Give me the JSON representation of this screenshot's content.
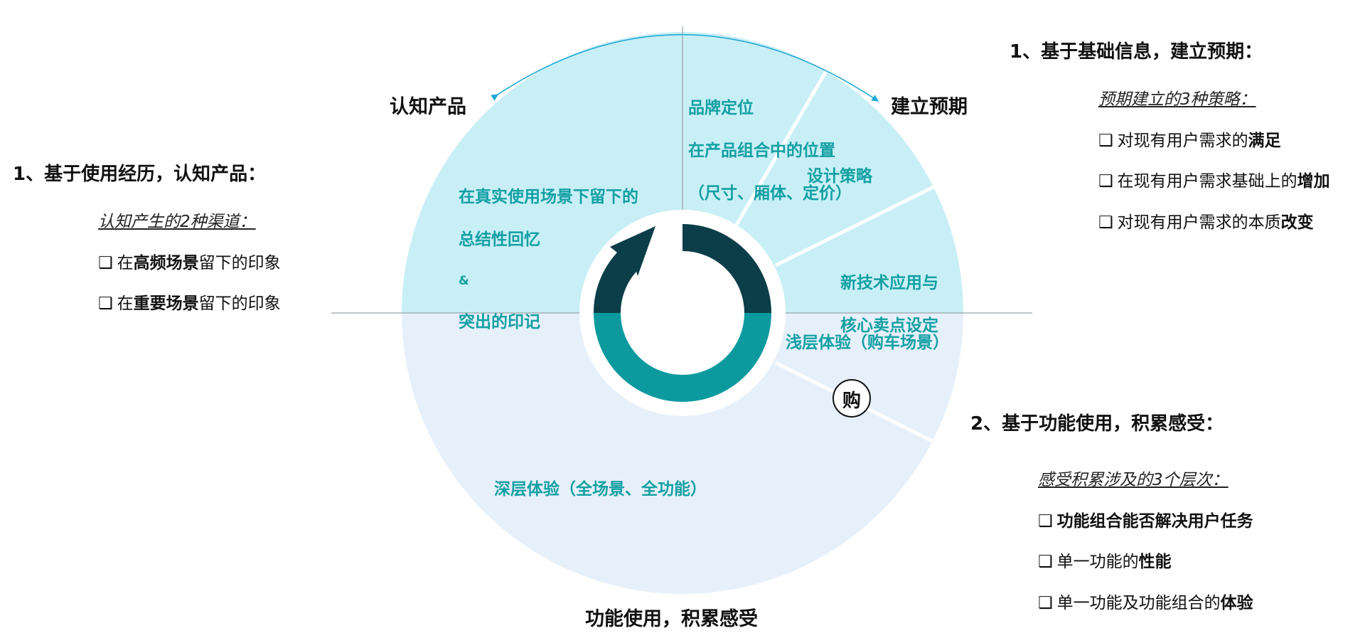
{
  "labels": {
    "left": "认知产品",
    "right": "建立预期",
    "bottom": "功能使用，积累感受"
  },
  "sectors": {
    "memory_line1": "在真实使用场景下留下的",
    "memory_line2": "总结性回忆",
    "memory_amp": "&",
    "memory_line3": "突出的印记",
    "brand_line1": "品牌定位",
    "brand_line2": "在产品组合中的位置",
    "brand_line3": "（尺寸、厢体、定价）",
    "design": "设计策略",
    "tech_line1": "新技术应用与",
    "tech_line2": "核心卖点设定",
    "shallow": "浅层体验（购车场景）",
    "purchase_badge": "购",
    "deep": "深层体验（全场景、全功能）"
  },
  "left_panel": {
    "title": "1、基于使用经历，认知产品：",
    "subtitle": "认知产生的2种渠道：",
    "items": [
      {
        "pre": "在",
        "bold": "高频场景",
        "post": "留下的印象"
      },
      {
        "pre": "在",
        "bold": "重要场景",
        "post": "留下的印象"
      }
    ]
  },
  "right_top_panel": {
    "title": "1、基于基础信息，建立预期：",
    "subtitle": "预期建立的3种策略：",
    "items": [
      {
        "pre": "对现有用户需求的",
        "bold": "满足",
        "post": ""
      },
      {
        "pre": "在现有用户需求基础上的",
        "bold": "增加",
        "post": ""
      },
      {
        "pre": "对现有用户需求的本质",
        "bold": "改变",
        "post": ""
      }
    ]
  },
  "right_bottom_panel": {
    "title": "2、基于功能使用，积累感受：",
    "subtitle": "感受积累涉及的3个层次：",
    "items": [
      {
        "pre": "",
        "bold": "功能组合能否解决用户任务",
        "post": ""
      },
      {
        "pre": "单一功能的",
        "bold": "性能",
        "post": ""
      },
      {
        "pre": "单一功能及功能组合的",
        "bold": "体验",
        "post": ""
      }
    ]
  },
  "colors": {
    "upper_fill": "#c9eff6",
    "lower_fill": "#e6f0fa",
    "ring_dark": "#0b3e49",
    "ring_teal": "#0d9a9f",
    "section_text": "#12a0a3",
    "arrow": "#23a9d6"
  },
  "checkbox_icon": "❑"
}
